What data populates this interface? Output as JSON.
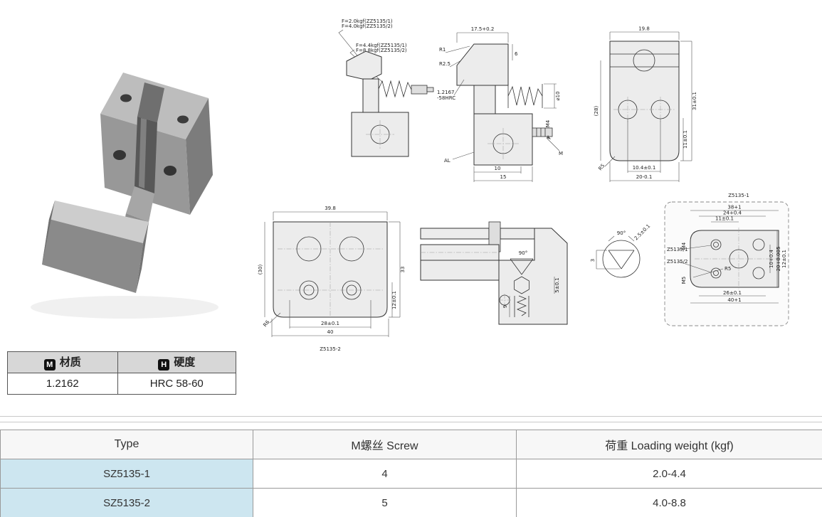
{
  "material_table": {
    "col1": {
      "badge": "M",
      "label": "材质"
    },
    "col2": {
      "badge": "H",
      "label": "硬度"
    },
    "row": {
      "material": "1.2162",
      "hardness": "HRC 58-60"
    }
  },
  "spec_table": {
    "headers": {
      "type": "Type",
      "screw": "M螺丝 Screw",
      "loading": "荷重 Loading weight (kgf)"
    },
    "rows": [
      {
        "type": "SZ5135-1",
        "screw": "4",
        "loading": "2.0-4.4"
      },
      {
        "type": "SZ5135-2",
        "screw": "5",
        "loading": "4.0-8.8"
      }
    ]
  },
  "drawings": {
    "side_view": {
      "force_note_1a": "F=2.0kgf(ZZ5135/1)",
      "force_note_1b": "F=4.0kgf(ZZ5135/2)",
      "force_note_2a": "F=4.4kgf(ZZ5135/1)",
      "force_note_2b": "F=8.8kgf(ZZ5135/2)"
    },
    "front_view": {
      "width": "17.5+0.2",
      "r1": "R1",
      "r2_5": "R2.5",
      "lip": "6",
      "material": "1.2167",
      "hardness": "-58HRC",
      "spring_dia": "⌀10",
      "thread": "M4",
      "screw_mark": "M",
      "body_material": "AL",
      "hole_offset": "10",
      "body_width": "15"
    },
    "top_view_right": {
      "width": "19.8",
      "ref_height": "(28)",
      "height": "31±0.1",
      "hole_height": "11±0.1",
      "hole_pitch": "10.4±0.1",
      "bottom_width": "20-0.1",
      "radius": "R5"
    },
    "bottom_view": {
      "width": "39.8",
      "ref_height": "(30)",
      "height": "33",
      "hole_height": "12±0.1",
      "hole_pitch": "28±0.1",
      "overall_width": "40",
      "radius": "R6",
      "caption": "Z5135-2"
    },
    "assembly_view": {
      "angle": "90°",
      "depth": "5±0.1",
      "spring_depth": "9"
    },
    "detail_view": {
      "angle": "90°",
      "depth": "3",
      "width": "2.5±0.1"
    },
    "mount_view": {
      "title": "Z5135-1",
      "dim_38": "38+1",
      "dim_24": "24+0.4",
      "dim_11": "11±0.1",
      "thread_m4": "M4",
      "label_z1": "Z5135/1",
      "label_z2": "Z5135/2",
      "radius": "R5",
      "thread_m5": "M5",
      "dim_10": "10+0.4",
      "dim_20": "20+0.005",
      "dim_12": "12±0.1",
      "dim_26": "26±0.1",
      "dim_40": "40+1"
    }
  }
}
